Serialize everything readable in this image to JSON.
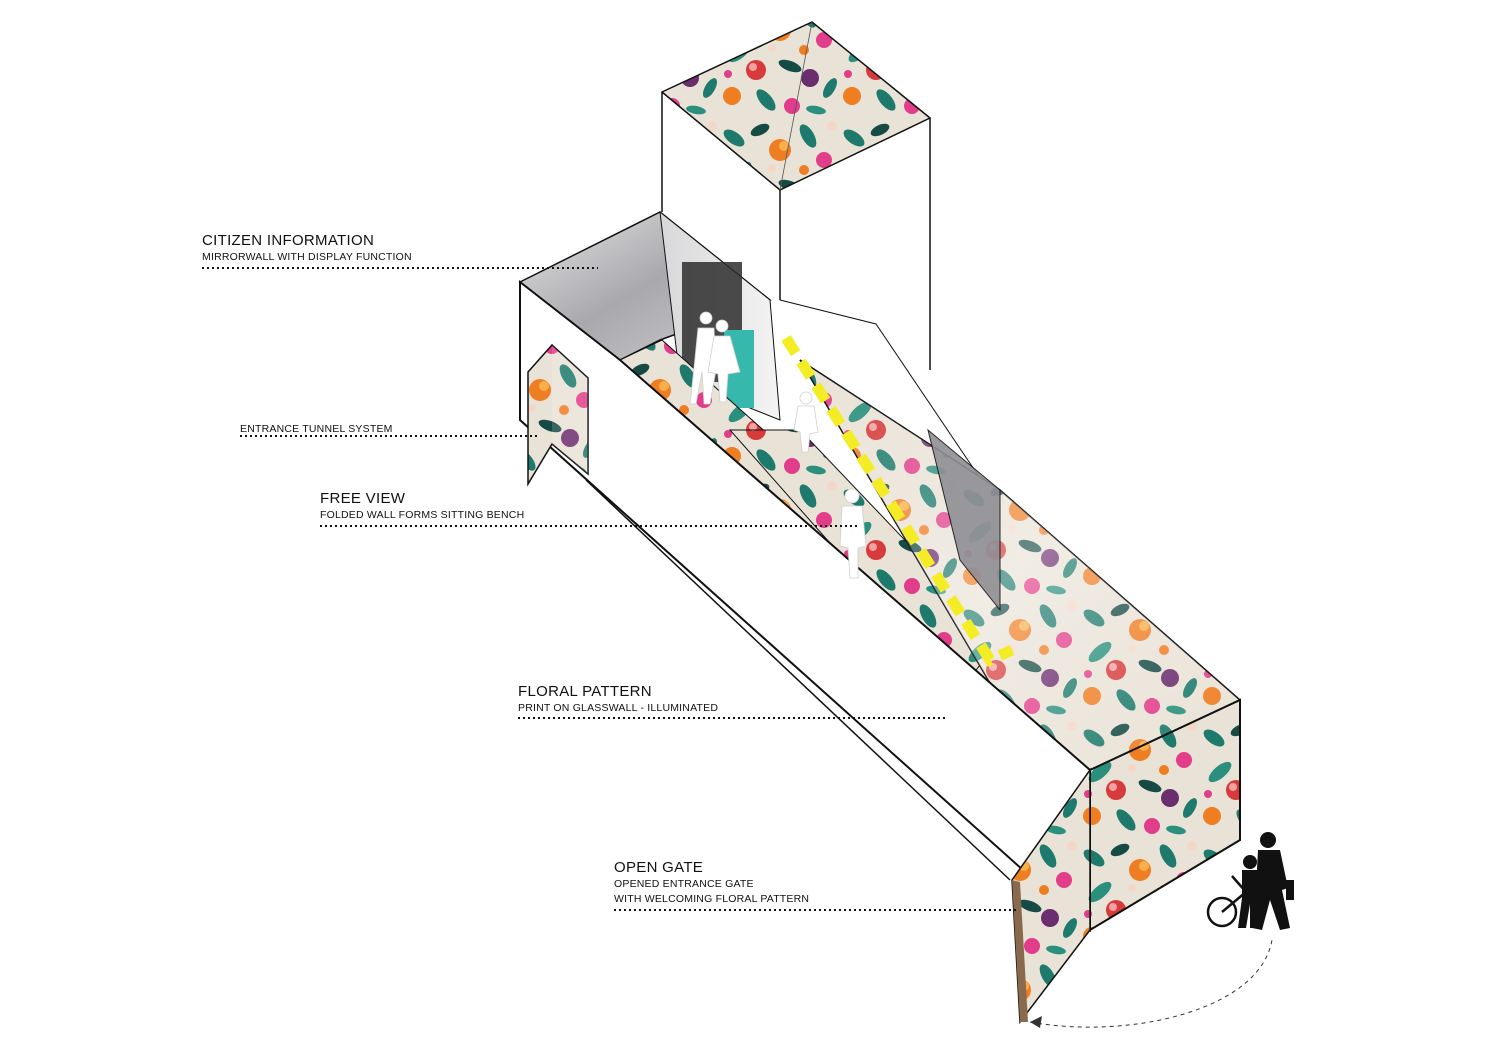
{
  "labels": {
    "citizen_information": {
      "title": "CITIZEN INFORMATION",
      "subtitle": "MIRRORWALL WITH DISPLAY FUNCTION"
    },
    "entrance_tunnel": {
      "subtitle": "ENTRANCE TUNNEL SYSTEM"
    },
    "free_view": {
      "title": "FREE VIEW",
      "subtitle": "FOLDED WALL FORMS SITTING BENCH"
    },
    "floral_pattern": {
      "title": "FLORAL PATTERN",
      "subtitle": "PRINT ON GLASSWALL - ILLUMINATED"
    },
    "open_gate": {
      "title": "OPEN GATE",
      "subtitle_line1": "OPENED ENTRANCE GATE",
      "subtitle_line2": "WITH WELCOMING FLORAL PATTERN"
    }
  },
  "colors": {
    "floral_base": "#e9e2d6",
    "floral_leaf": "#1d7a6c",
    "floral_leaf_dark": "#164b45",
    "floral_orange": "#ef7d22",
    "floral_red": "#d63a3a",
    "floral_pink": "#e23d8a",
    "floral_purple": "#6a2d6e",
    "path_yellow": "#f4ec25",
    "mirror_grey": "#b9b9bc",
    "gate_brown": "#8a6a4c",
    "outline": "#111111"
  }
}
